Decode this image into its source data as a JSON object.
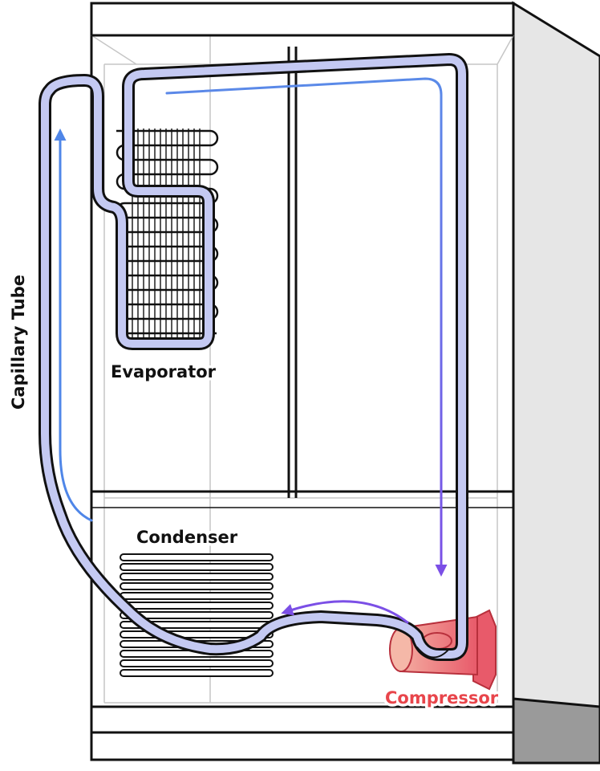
{
  "labels": {
    "evaporator": "Evaporator",
    "condenser": "Condenser",
    "compressor": "Compressor",
    "capillary_tube": "Capillary Tube"
  },
  "colors": {
    "outline": "#111111",
    "tube_fill": "#c4c9f2",
    "flow_blue": "#4f86e8",
    "flow_violet": "#7b4fe6",
    "compressor_fill": "#f2a0a0",
    "compressor_label": "#e8454b",
    "side_panel": "#e6e6e6",
    "base_panel": "#9a9a9a"
  }
}
